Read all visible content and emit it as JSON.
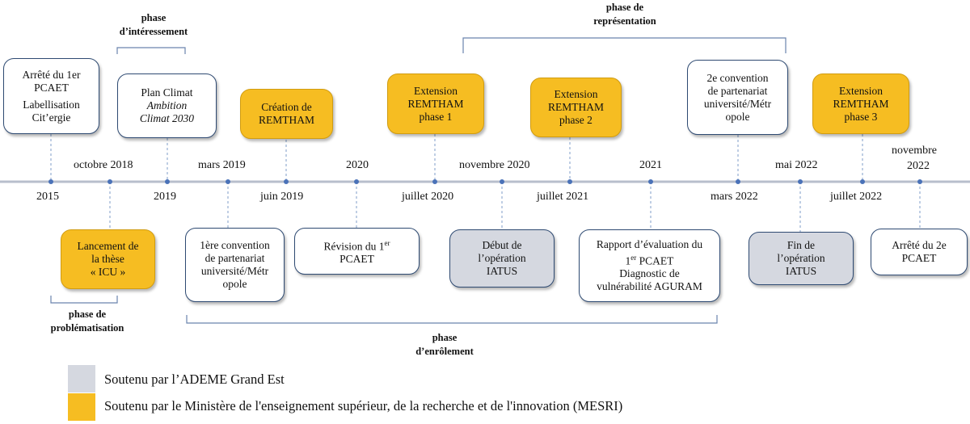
{
  "top_dates": {
    "octobre_2018": "octobre 2018",
    "mars_2019": "mars 2019",
    "y2020": "2020",
    "novembre_2020": "novembre 2020",
    "y2021": "2021",
    "mai_2022": "mai 2022",
    "novembre_2022": "novembre",
    "novembre_2022_year": "2022"
  },
  "bottom_dates": {
    "y2015": "2015",
    "y2019": "2019",
    "juin_2019": "juin 2019",
    "juillet_2020": "juillet  2020",
    "juillet_2021": "juillet  2021",
    "mars_2022": "mars 2022",
    "juillet_2022": "juillet  2022"
  },
  "top_boxes": {
    "arrete_1er": [
      "Arrêté du 1er",
      "PCAET"
    ],
    "arrete_1er_b": [
      "Labellisation",
      "Cit’ergie"
    ],
    "plan_climat": "Plan Climat",
    "plan_climat_it": [
      "Ambition",
      "Climat 2030"
    ],
    "creation": [
      "Création de",
      "REMTHAM"
    ],
    "ext1": [
      "Extension",
      "REMTHAM",
      "phase 1"
    ],
    "ext2": [
      "Extension",
      "REMTHAM",
      "phase 2"
    ],
    "conv2": [
      "2e convention",
      "de partenariat",
      "université/Métr",
      "opole"
    ],
    "ext3": [
      "Extension",
      "REMTHAM",
      "phase 3"
    ]
  },
  "bottom_boxes": {
    "these": [
      "Lancement de",
      "la thèse",
      "« ICU »"
    ],
    "conv1": [
      "1ère convention",
      "de partenariat",
      "université/Métr",
      "opole"
    ],
    "revision": [
      "Révision du 1",
      "er",
      "PCAET"
    ],
    "debut": [
      "Début de",
      "l’opération",
      "IATUS"
    ],
    "rapport_a": "Rapport d’évaluation du",
    "rapport_sup": "er",
    "rapport_b_rest": " PCAET",
    "rapport_c": [
      "Diagnostic de",
      "vulnérabilité AGURAM"
    ],
    "fin": [
      "Fin de",
      "l’opération",
      "IATUS"
    ],
    "arrete_2e": [
      "Arrêté du 2e",
      "PCAET"
    ]
  },
  "phases": {
    "interessement": [
      "phase",
      "d’intéressement"
    ],
    "representation": [
      "phase de",
      "représentation"
    ],
    "problematisation": [
      "phase de",
      "problématisation"
    ],
    "enrolement": [
      "phase",
      "d’enrôlement"
    ]
  },
  "legend": {
    "ademe": "Soutenu par l’ADEME Grand Est",
    "mesri": "Soutenu par le Ministère de l'enseignement  supérieur, de la recherche  et de l'innovation (MESRI)"
  },
  "colors": {
    "orange": "#f6bd22",
    "gray": "#d5d8e0",
    "axis": "#b8bfcc",
    "dot": "#4a72b8",
    "border": "#2e4a72"
  }
}
